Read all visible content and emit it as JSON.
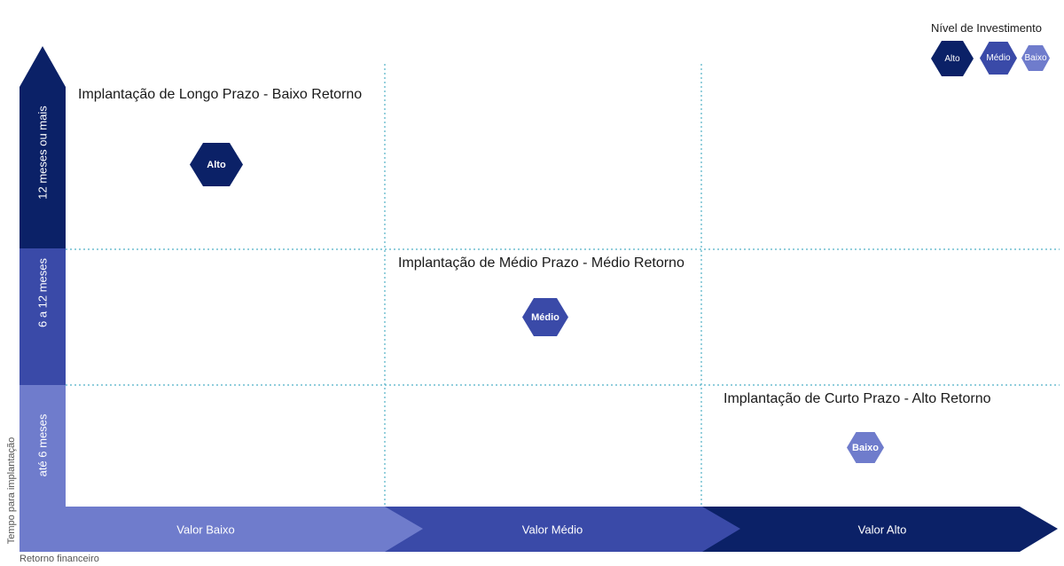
{
  "colors": {
    "alto": "#0b2167",
    "medio": "#3a4aa8",
    "baixo": "#6f7ccc",
    "grid": "#4fb0c6"
  },
  "legend": {
    "title": "Nível de Investimento",
    "items": [
      {
        "label": "Alto",
        "level": "alto"
      },
      {
        "label": "Médio",
        "level": "medio"
      },
      {
        "label": "Baixo",
        "level": "baixo"
      }
    ]
  },
  "y_axis": {
    "caption": "Tempo para implantação",
    "segments": [
      "12 meses ou mais",
      "6 a 12 meses",
      "até 6 meses"
    ]
  },
  "x_axis": {
    "caption": "Retorno financeiro",
    "segments": [
      "Valor Baixo",
      "Valor Médio",
      "Valor Alto"
    ]
  },
  "cells": [
    {
      "title": "Implantação de Longo Prazo - Baixo Retorno",
      "badge": "Alto",
      "level": "alto"
    },
    {
      "title": "Implantação de Médio Prazo - Médio Retorno",
      "badge": "Médio",
      "level": "medio"
    },
    {
      "title": "Implantação de Curto Prazo - Alto Retorno",
      "badge": "Baixo",
      "level": "baixo"
    }
  ]
}
